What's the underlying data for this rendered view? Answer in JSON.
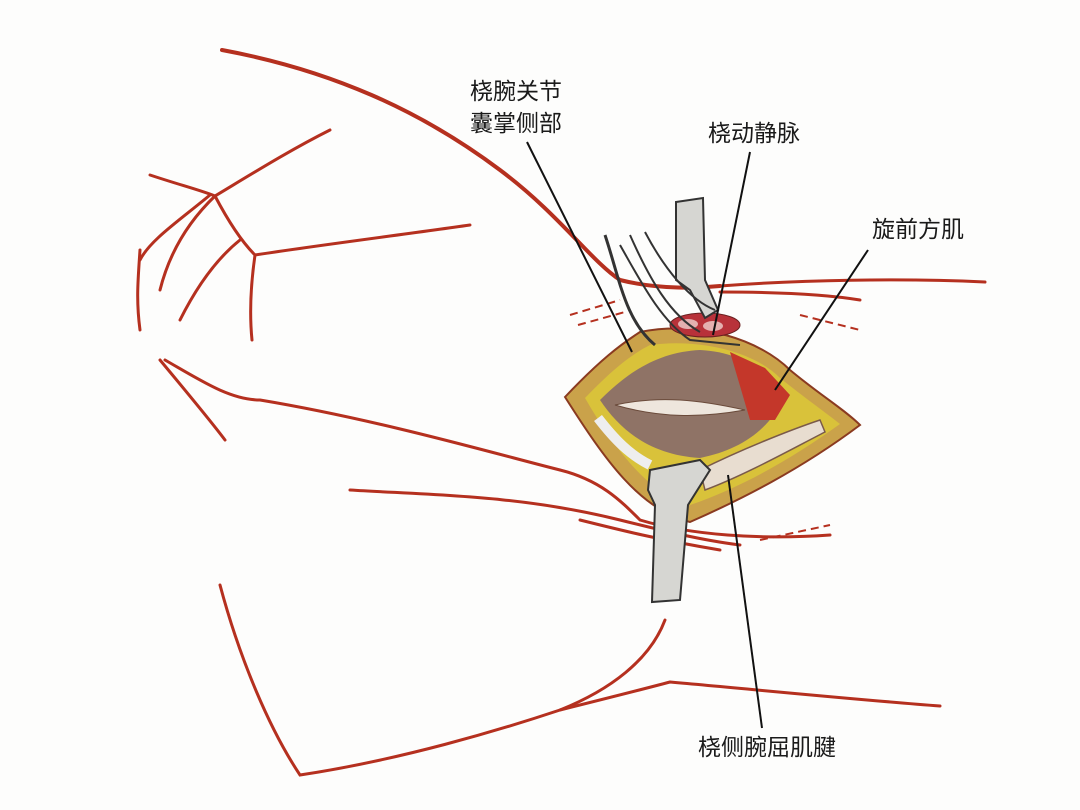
{
  "labels": {
    "joint_capsule_line1": "桡腕关节",
    "joint_capsule_line2": "囊掌侧部",
    "radial_vessels": "桡动静脉",
    "pronator_quadratus": "旋前方肌",
    "fcr_tendon": "桡侧腕屈肌腱"
  },
  "colors": {
    "vessel": "#b5301f",
    "fat": "#d9c23a",
    "capsule": "#8f7366",
    "muscle": "#c4372a",
    "retractor": "#d6d6d2"
  }
}
